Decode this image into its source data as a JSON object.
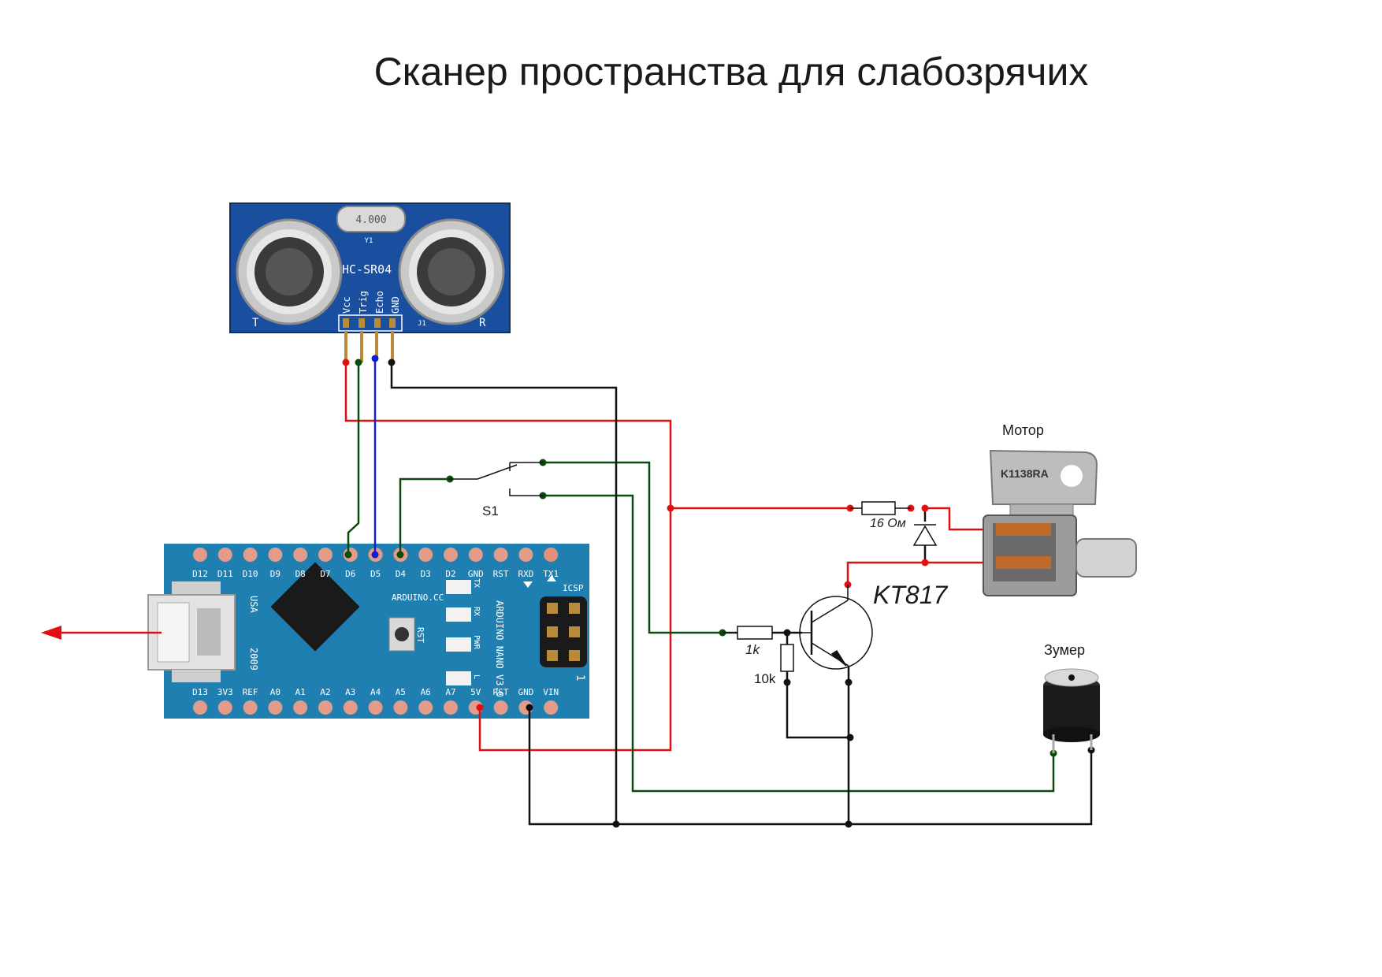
{
  "title": "Сканер пространства для слабозрячих",
  "sensor": {
    "model": "HC-SR04",
    "crystal": "4.000",
    "crystal_ref": "Y1",
    "connector_ref": "J1",
    "transmitter": "T",
    "receiver": "R",
    "pins": [
      "Vcc",
      "Trig",
      "Echo",
      "GND"
    ]
  },
  "arduino": {
    "top_pins": [
      "D12",
      "D11",
      "D10",
      "D9",
      "D8",
      "D7",
      "D6",
      "D5",
      "D4",
      "D3",
      "D2",
      "GND",
      "RST",
      "RXD",
      "TX1"
    ],
    "bottom_pins": [
      "D13",
      "3V3",
      "REF",
      "A0",
      "A1",
      "A2",
      "A3",
      "A4",
      "A5",
      "A6",
      "A7",
      "5V",
      "RST",
      "GND",
      "VIN"
    ],
    "brand": "ARDUINO.CC",
    "name": "ARDUINO NANO V3.0",
    "usa": "USA",
    "year": "2009",
    "icsp": "ICSP",
    "rst": "RST",
    "led_tx": "TX",
    "led_rx": "RX",
    "led_pwr": "PWR",
    "led_l": "L",
    "one": "1"
  },
  "components": {
    "switch": "S1",
    "resistor_motor": "16 Ом",
    "resistor_base": "1k",
    "resistor_pull": "10k",
    "transistor": "KT817",
    "motor_label": "Мотор",
    "motor_marking": "K1138RA",
    "buzzer_label": "Зумер"
  },
  "colors": {
    "power": "#e01010",
    "signal": "#0a4a0a",
    "echo": "#1020d0",
    "ground": "#111111",
    "pcb_arduino": "#1f7fb0",
    "pcb_sensor": "#1a4fa0"
  }
}
